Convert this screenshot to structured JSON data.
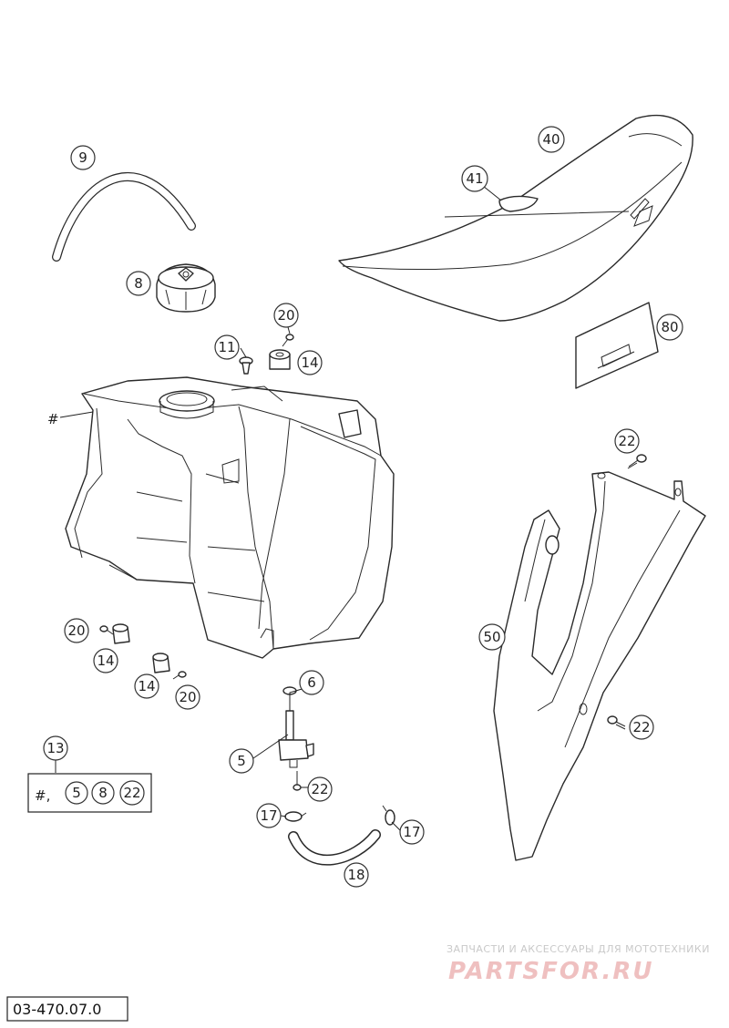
{
  "callouts": {
    "c5": "5",
    "c6": "6",
    "c8": "8",
    "c9": "9",
    "c11": "11",
    "c13": "13",
    "c14": "14",
    "c17": "17",
    "c18": "18",
    "c20": "20",
    "c22": "22",
    "c40": "40",
    "c41": "41",
    "c50": "50",
    "c80": "80"
  },
  "labels": {
    "hash": "#"
  },
  "kit_box": {
    "lead": "#,",
    "items": [
      "5",
      "8",
      "22"
    ]
  },
  "watermark": {
    "tagline": "ЗАПЧАСТИ И АКСЕССУАРЫ ДЛЯ МОТОТЕХНИКИ",
    "logo": "PARTSFOR.RU"
  },
  "diagram_code": "03-470.07.0"
}
